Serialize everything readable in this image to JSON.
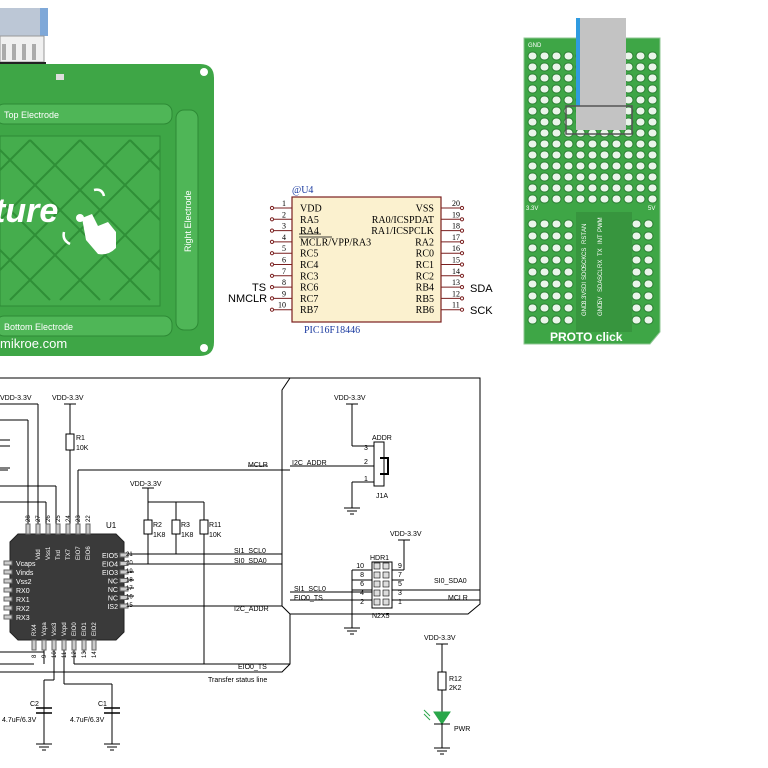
{
  "board": {
    "top_label": "Top Electrode",
    "bottom_label": "Bottom Electrode",
    "right_label": "Right Electrode",
    "logo_text": "ture",
    "site": "mikroe.com",
    "led_label": "PWR"
  },
  "ic": {
    "ref": "@U4",
    "part": "PIC16F18446",
    "left_pins": [
      {
        "num": "1",
        "name": "VDD"
      },
      {
        "num": "2",
        "name": "RA5"
      },
      {
        "num": "3",
        "name": "RA4"
      },
      {
        "num": "4",
        "name": "MCLR/VPP/RA3"
      },
      {
        "num": "5",
        "name": "RC5"
      },
      {
        "num": "6",
        "name": "RC4"
      },
      {
        "num": "7",
        "name": "RC3"
      },
      {
        "num": "8",
        "name": "RC6"
      },
      {
        "num": "9",
        "name": "RC7"
      },
      {
        "num": "10",
        "name": "RB7"
      }
    ],
    "right_pins": [
      {
        "num": "20",
        "name": "VSS"
      },
      {
        "num": "19",
        "name": "RA0/ICSPDAT"
      },
      {
        "num": "18",
        "name": "RA1/ICSPCLK"
      },
      {
        "num": "17",
        "name": "RA2"
      },
      {
        "num": "16",
        "name": "RC0"
      },
      {
        "num": "15",
        "name": "RC1"
      },
      {
        "num": "14",
        "name": "RC2"
      },
      {
        "num": "13",
        "name": "RB4"
      },
      {
        "num": "12",
        "name": "RB5"
      },
      {
        "num": "11",
        "name": "RB6"
      }
    ],
    "ext_left": {
      "ts": "TS",
      "nmclr": "NMCLR"
    },
    "ext_right": {
      "sda": "SDA",
      "sck": "SCK"
    }
  },
  "proto": {
    "name": "PROTO click",
    "gnd": "GND",
    "v33": "3.3V",
    "v5": "5V",
    "left_pins": [
      "AN",
      "RST",
      "CS",
      "SCK",
      "SDO",
      "SDI",
      "3.3V",
      "GND"
    ],
    "right_pins": [
      "PWM",
      "INT",
      "TX",
      "RX",
      "SCL",
      "SDA",
      "5V",
      "GND"
    ]
  },
  "schematic": {
    "vdd": "VDD-3.3V",
    "u1": {
      "ref": "U1",
      "left_pins": [
        "Vcaps",
        "Vinds",
        "Vss2",
        "RX0",
        "RX1",
        "RX2",
        "RX3"
      ],
      "right_pins": [
        {
          "name": "EIO5",
          "num": "21"
        },
        {
          "name": "EIO4",
          "num": "20"
        },
        {
          "name": "EIO3",
          "num": "19"
        },
        {
          "name": "NC",
          "num": "18"
        },
        {
          "name": "NC",
          "num": "17"
        },
        {
          "name": "NC",
          "num": "16"
        },
        {
          "name": "IS2",
          "num": "15"
        }
      ],
      "top_pins": [
        "Vdd",
        "Vss1",
        "Txd",
        "TX7",
        "EIO7",
        "EIO6"
      ],
      "top_nums": [
        "28",
        "27",
        "26",
        "25",
        "24",
        "23",
        "22"
      ],
      "bottom_pins": [
        "RX4",
        "Vcpa",
        "Vss3",
        "Vcpd",
        "EIO0",
        "EIO1",
        "EIO2"
      ],
      "bottom_nums": [
        "8",
        "9",
        "10",
        "11",
        "12",
        "13",
        "14"
      ]
    },
    "r1": {
      "ref": "R1",
      "val": "10K"
    },
    "r2": {
      "ref": "R2",
      "val": "1K8"
    },
    "r3": {
      "ref": "R3",
      "val": "1K8"
    },
    "r11": {
      "ref": "R11",
      "val": "10K"
    },
    "r12": {
      "ref": "R12",
      "val": "2K2"
    },
    "c1": {
      "ref": "C1",
      "val": "4.7uF/6.3V"
    },
    "c2": {
      "ref": "C2",
      "val": "4.7uF/6.3V"
    },
    "nets": {
      "mclr": "MCLR",
      "i2c_addr": "I2C_ADDR",
      "scl": "SI1_SCL0",
      "sda": "SI0_SDA0",
      "eio0_ts": "EIO0_TS",
      "transfer": "Transfer status line"
    },
    "j1": {
      "ref": "J1A",
      "label": "ADDR",
      "pins": [
        "3",
        "2",
        "1"
      ]
    },
    "hdr": {
      "ref": "HDR1",
      "part": "N2X5",
      "left_nums": [
        "10",
        "8",
        "6",
        "4",
        "2"
      ],
      "right_nums": [
        "9",
        "7",
        "5",
        "3",
        "1"
      ]
    }
  }
}
